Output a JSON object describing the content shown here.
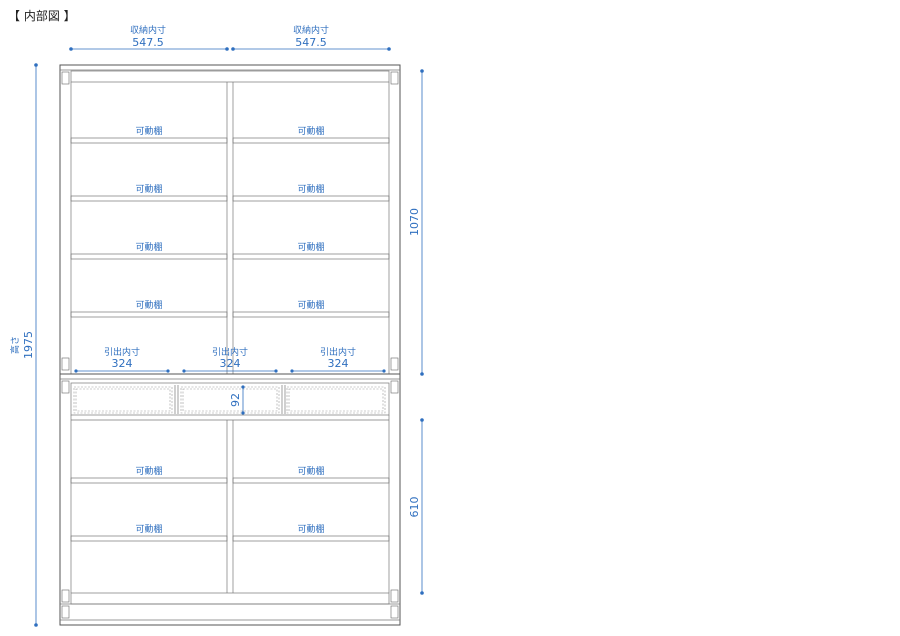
{
  "title": "【 内部図 】",
  "top_dims": [
    {
      "label": "収納内寸",
      "value": "547.5"
    },
    {
      "label": "収納内寸",
      "value": "547.5"
    }
  ],
  "height": {
    "label": "高さ",
    "value": "1975"
  },
  "right_dims": [
    {
      "value": "1070"
    },
    {
      "value": "610"
    }
  ],
  "shelf_label": "可動棚",
  "drawer_dims": [
    {
      "label": "引出内寸",
      "value": "324"
    },
    {
      "label": "引出内寸",
      "value": "324"
    },
    {
      "label": "引出内寸",
      "value": "324"
    }
  ],
  "drawer_height": {
    "value": "92"
  },
  "colors": {
    "dimension": "#2f6fbf",
    "line": "#555555"
  }
}
